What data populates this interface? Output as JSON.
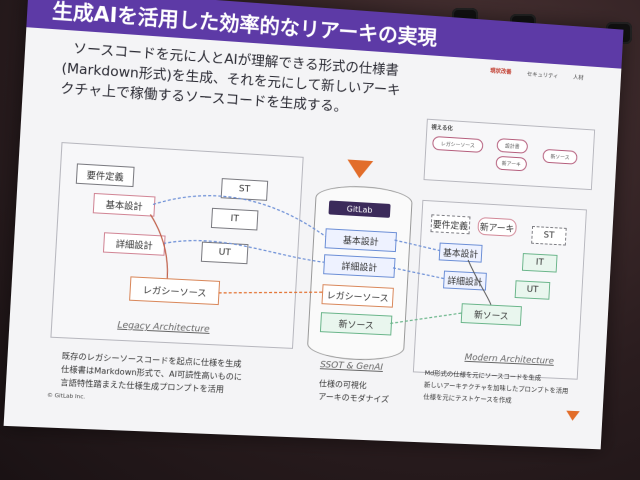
{
  "slide": {
    "title": "生成AIを活用した効率的なリアーキの実現",
    "headline_line1": "ソースコードを元に人とAIが理解できる形式の仕様書",
    "headline_line2": "(Markdown形式)を生成、それを元にして新しいアーキ",
    "headline_line3": "クチャ上で稼働するソースコードを生成する。",
    "footer_brand": "© GitLab Inc.",
    "colors": {
      "title_bar": "#5d3aa6",
      "accent_orange": "#e26d2a",
      "slide_bg": "#f4f4f6"
    }
  },
  "tabs": {
    "a": "現状改善",
    "b": "セキュリティ",
    "c": "人材"
  },
  "legacy": {
    "caption": "Legacy Architecture",
    "req": "要件定義",
    "basic": "基本設計",
    "detail": "詳細設計",
    "legacy_src": "レガシーソース",
    "st": "ST",
    "it": "IT",
    "ut": "UT",
    "bullets": [
      "既存のレガシーソースコードを起点に仕様を生成",
      "仕様書はMarkdown形式で、AI可読性高いものに",
      "言語特性踏まえた仕様生成プロンプトを活用"
    ]
  },
  "ssot": {
    "caption": "SSOT & GenAI",
    "gitlab_label": "GitLab",
    "basic": "基本設計",
    "detail": "詳細設計",
    "legacy_src": "レガシーソース",
    "new_src": "新ソース",
    "bullets": [
      "仕様の可視化",
      "アーキのモダナイズ"
    ]
  },
  "modern": {
    "caption": "Modern Architecture",
    "req": "要件定義",
    "new_arch": "新アーキ",
    "basic": "基本設計",
    "detail": "詳細設計",
    "new_src": "新ソース",
    "st": "ST",
    "it": "IT",
    "ut": "UT",
    "bullets": [
      "Md形式の仕様を元にソースコードを生成",
      "新しいアーキテクチャを加味したプロンプトを活用",
      "仕様を元にテストケースを作成"
    ]
  },
  "legend": {
    "title": "視える化",
    "legacy_src": "レガシーソース",
    "spec": "設計書",
    "new_arch": "新アーキ",
    "new_src": "新ソース"
  }
}
